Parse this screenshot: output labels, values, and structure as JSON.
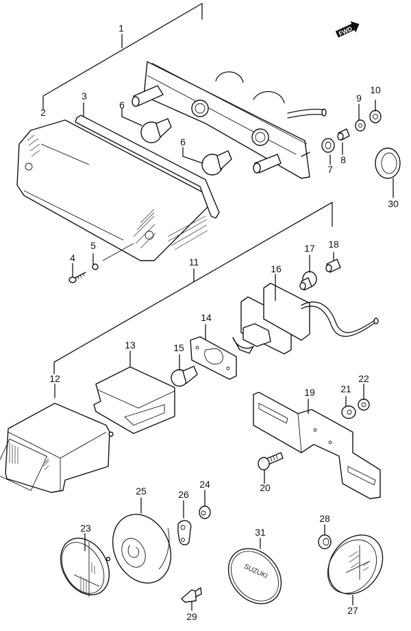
{
  "diagram": {
    "title": "Rear combination lamp / license lamp exploded parts diagram",
    "direction_badge": "FWD",
    "emblem_text": "SUZUKI",
    "callouts": [
      {
        "id": "c1",
        "label": "1",
        "part": "rear-combination-lamp-assy"
      },
      {
        "id": "c2",
        "label": "2",
        "part": "lens"
      },
      {
        "id": "c3",
        "label": "3",
        "part": "lens-gasket"
      },
      {
        "id": "c4",
        "label": "4",
        "part": "screw"
      },
      {
        "id": "c5",
        "label": "5",
        "part": "washer"
      },
      {
        "id": "c6a",
        "label": "6",
        "part": "bulb"
      },
      {
        "id": "c6b",
        "label": "6",
        "part": "bulb"
      },
      {
        "id": "c7",
        "label": "7",
        "part": "grommet"
      },
      {
        "id": "c8",
        "label": "8",
        "part": "spacer"
      },
      {
        "id": "c9",
        "label": "9",
        "part": "washer"
      },
      {
        "id": "c10",
        "label": "10",
        "part": "nut"
      },
      {
        "id": "c11",
        "label": "11",
        "part": "license-lamp-assy"
      },
      {
        "id": "c12",
        "label": "12",
        "part": "license-lamp-housing"
      },
      {
        "id": "c13",
        "label": "13",
        "part": "license-lamp-lens"
      },
      {
        "id": "c14",
        "label": "14",
        "part": "gasket"
      },
      {
        "id": "c15",
        "label": "15",
        "part": "bulb"
      },
      {
        "id": "c16",
        "label": "16",
        "part": "socket-gasket"
      },
      {
        "id": "c17",
        "label": "17",
        "part": "grommet"
      },
      {
        "id": "c18",
        "label": "18",
        "part": "spacer"
      },
      {
        "id": "c19",
        "label": "19",
        "part": "license-plate-bracket"
      },
      {
        "id": "c20",
        "label": "20",
        "part": "bolt"
      },
      {
        "id": "c21",
        "label": "21",
        "part": "washer"
      },
      {
        "id": "c22",
        "label": "22",
        "part": "nut"
      },
      {
        "id": "c23",
        "label": "23",
        "part": "reflector"
      },
      {
        "id": "c24",
        "label": "24",
        "part": "nut"
      },
      {
        "id": "c25",
        "label": "25",
        "part": "reflector-cap"
      },
      {
        "id": "c26",
        "label": "26",
        "part": "bracket"
      },
      {
        "id": "c27",
        "label": "27",
        "part": "reflector"
      },
      {
        "id": "c28",
        "label": "28",
        "part": "nut"
      },
      {
        "id": "c29",
        "label": "29",
        "part": "plug"
      },
      {
        "id": "c30",
        "label": "30",
        "part": "grommet"
      },
      {
        "id": "c31",
        "label": "31",
        "part": "emblem"
      }
    ]
  }
}
